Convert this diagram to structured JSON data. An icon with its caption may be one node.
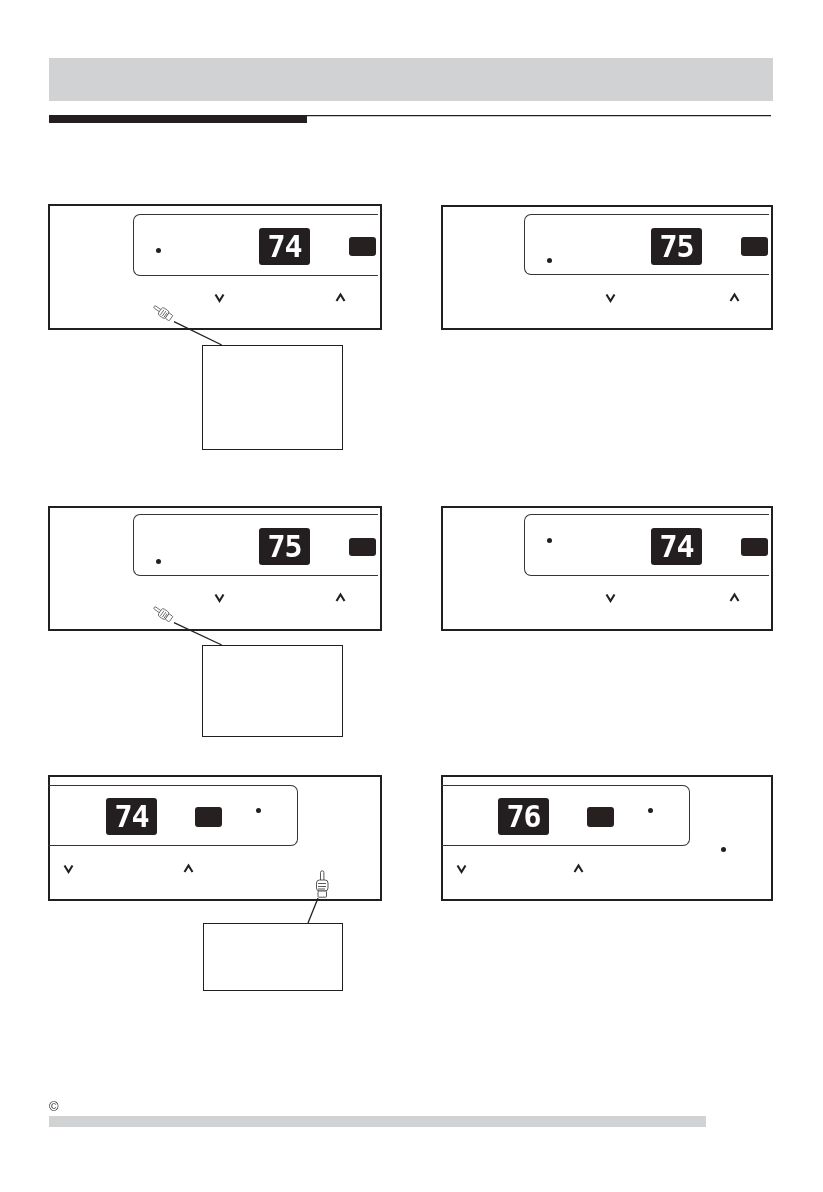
{
  "diagram": {
    "nodes": [
      {
        "text": [],
        "shape": "box"
      },
      {
        "text": [
          "74"
        ],
        "in": 0
      },
      {
        "text": [],
        "shape": "picture",
        "in": 0
      },
      {
        "text": [],
        "shape": "box"
      },
      {
        "text": [
          "75"
        ],
        "in": 3
      },
      {
        "text": [],
        "shape": "box"
      },
      {
        "text": [],
        "shape": "box"
      },
      {
        "text": [
          "75"
        ],
        "in": 6
      },
      {
        "text": [],
        "shape": "picture",
        "in": 6
      },
      {
        "text": [],
        "shape": "box"
      },
      {
        "text": [
          "74"
        ],
        "in": 9
      },
      {
        "text": [],
        "shape": "box"
      },
      {
        "text": [],
        "shape": "box"
      },
      {
        "text": [
          "74"
        ],
        "in": 12
      },
      {
        "text": [],
        "shape": "picture",
        "in": 12
      },
      {
        "text": [],
        "shape": "box"
      },
      {
        "text": [
          "76"
        ],
        "in": 15
      },
      {
        "text": [],
        "shape": "box"
      }
    ],
    "edges": [
      {
        "from": 5,
        "to": 2,
        "arrow": "none"
      },
      {
        "from": 11,
        "to": 8,
        "arrow": "none"
      },
      {
        "from": 17,
        "to": 14,
        "arrow": "none"
      }
    ],
    "labels": [
      "©"
    ]
  }
}
